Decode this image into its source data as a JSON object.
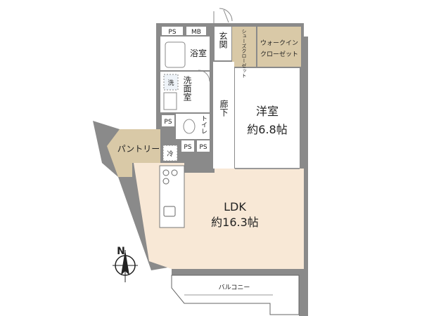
{
  "colors": {
    "wall": "#8a8a8a",
    "room_white": "#ffffff",
    "ldk": "#f8e8d6",
    "storage": "#d9c9a7",
    "wet": "#dde6ee"
  },
  "rooms": {
    "ldk": {
      "name": "LDK",
      "size": "約16.3帖"
    },
    "western": {
      "name": "洋室",
      "size": "約6.8帖"
    },
    "bath": "浴室",
    "washroom": "洗面室",
    "wash": "洗",
    "toilet": "トイレ",
    "entrance": "玄関",
    "hallway": "廊下",
    "shoes": "シューズクローゼット",
    "walkin_line1": "ウォークイン",
    "walkin_line2": "クローゼット",
    "pantry": "パントリー",
    "fridge": "冷",
    "balcony": "バルコニー"
  },
  "ps_labels": [
    "PS",
    "PS",
    "PS",
    "PS"
  ],
  "mb_label": "MB",
  "compass": {
    "letter": "N",
    "icon": "north-arrow-icon"
  }
}
